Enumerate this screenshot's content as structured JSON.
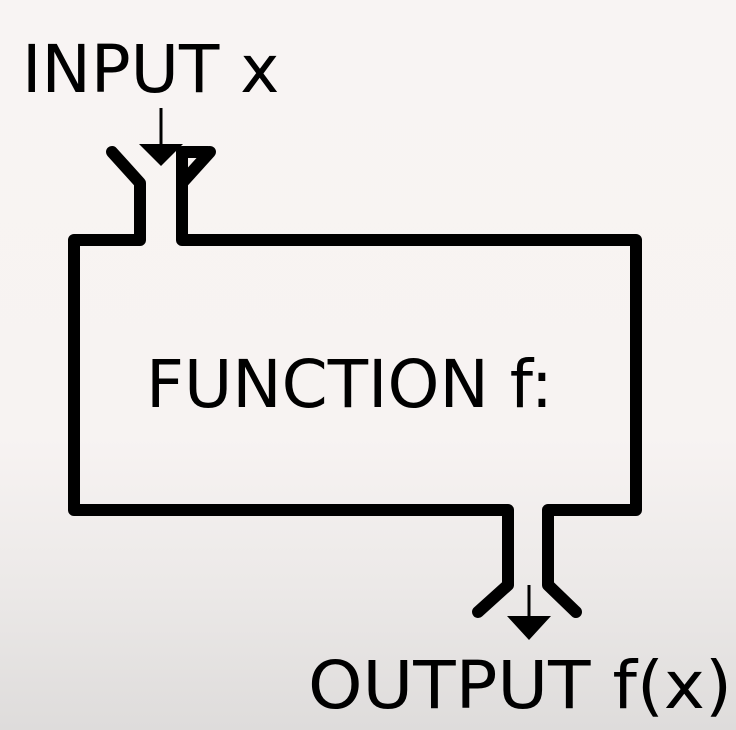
{
  "diagram": {
    "input_label": "INPUT x",
    "function_label": "FUNCTION f:",
    "output_label": "OUTPUT f(x)",
    "line_color": "#000000",
    "background_color": "#f8f4f3"
  }
}
